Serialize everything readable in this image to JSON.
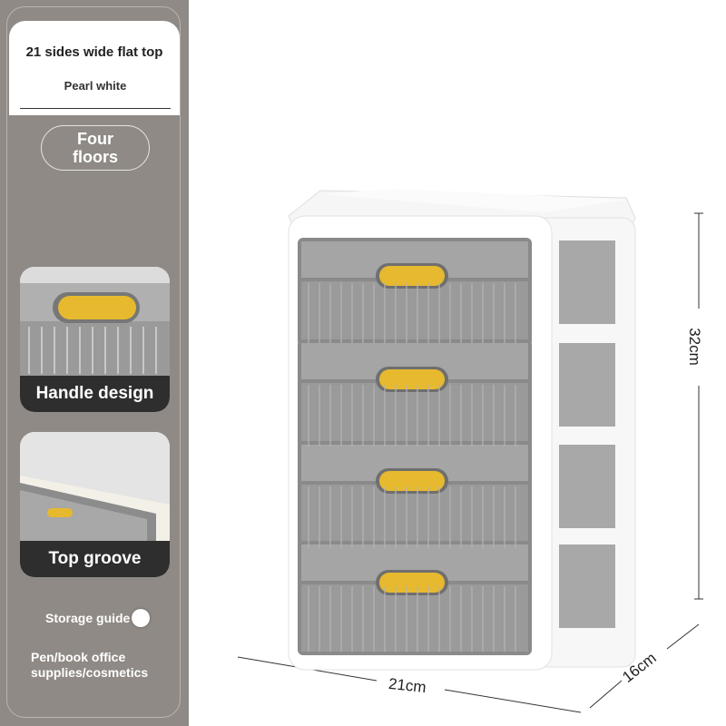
{
  "sidebar": {
    "variant_title": "21 sides wide flat top",
    "color_option": "Pearl white",
    "tier_label": "Four floors",
    "features": [
      {
        "caption": "Handle design"
      },
      {
        "caption": "Top groove"
      }
    ],
    "storage_guide": "Storage guide",
    "uses": "Pen/book office supplies/cosmetics"
  },
  "dimensions": {
    "height": "32cm",
    "width": "21cm",
    "depth": "16cm"
  },
  "product": {
    "drawer_count": 4,
    "frame_color": "#ffffff",
    "drawer_color": "#8a8a8a",
    "handle_color": "#e7b92e"
  }
}
